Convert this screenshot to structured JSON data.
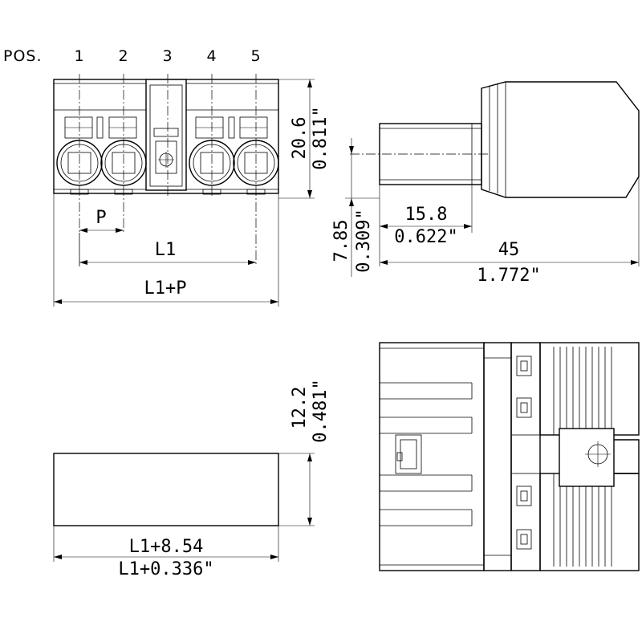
{
  "positions": {
    "label": "POS.",
    "numbers": [
      "1",
      "2",
      "3",
      "4",
      "5"
    ]
  },
  "front_view": {
    "pitch_label": "P",
    "length_label": "L1",
    "overall_label": "L1+P",
    "height_mm": "20.6",
    "height_in": "0.811\""
  },
  "side_view": {
    "pin_offset_mm": "7.85",
    "pin_offset_in": "0.309\"",
    "pin_length_mm": "15.8",
    "pin_length_in": "0.622\"",
    "depth_mm": "45",
    "depth_in": "1.772\""
  },
  "bottom_view": {
    "height_mm": "12.2",
    "height_in": "0.481\"",
    "length_mm": "L1+8.54",
    "length_in": "L1+0.336\""
  }
}
